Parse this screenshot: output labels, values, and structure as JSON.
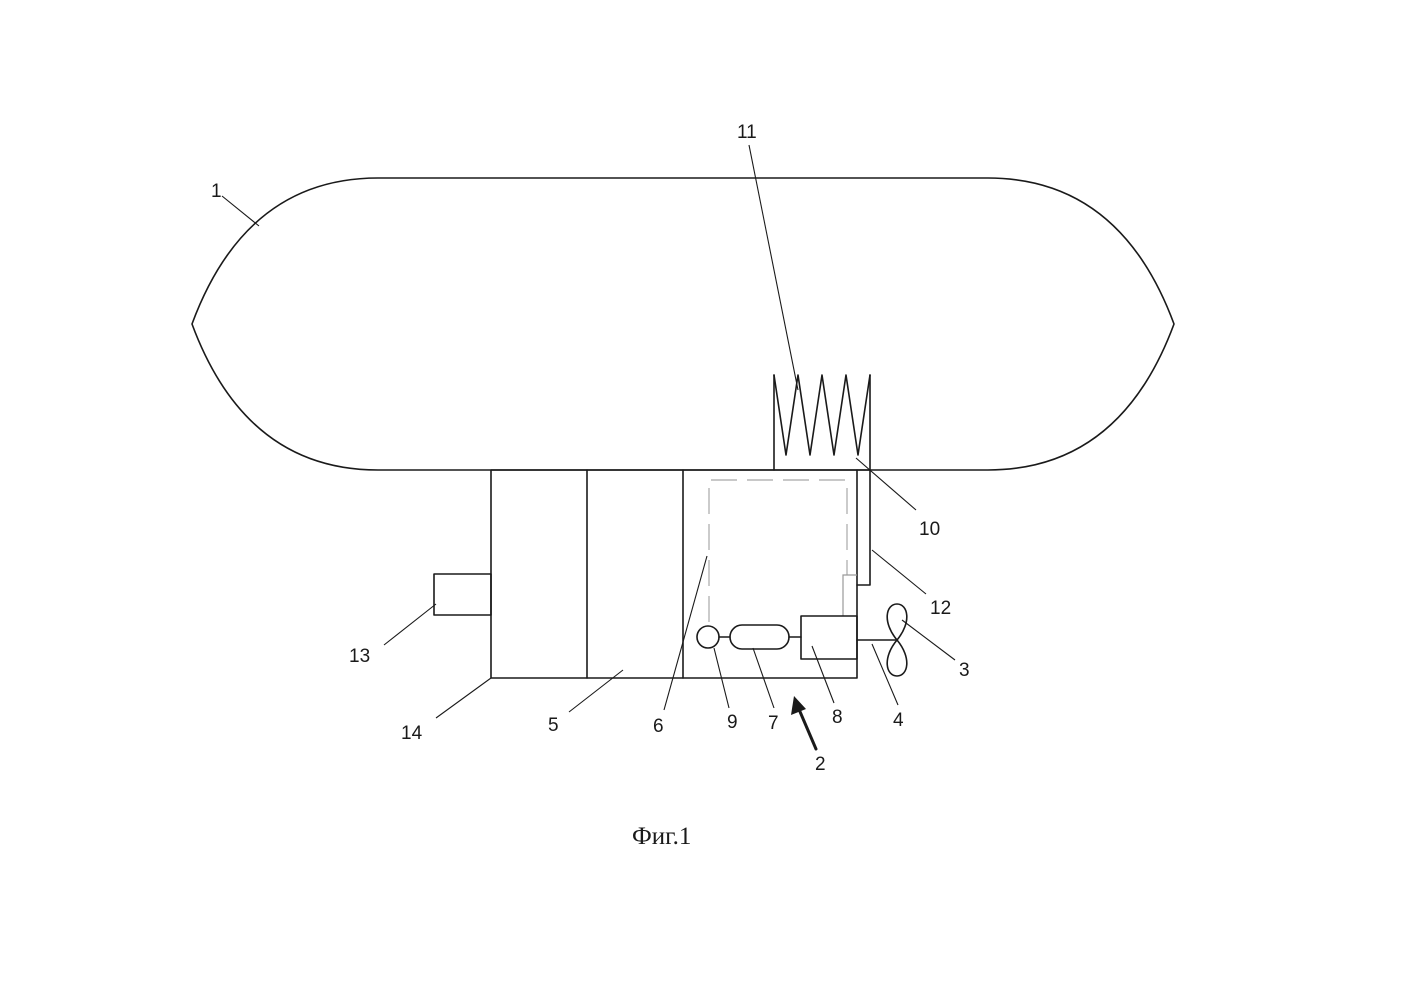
{
  "figure": {
    "caption": "Фиг.1",
    "labels": {
      "l1": "1",
      "l2": "2",
      "l3": "3",
      "l4": "4",
      "l5": "5",
      "l6": "6",
      "l7": "7",
      "l8": "8",
      "l9": "9",
      "l10": "10",
      "l11": "11",
      "l12": "12",
      "l13": "13",
      "l14": "14"
    }
  }
}
